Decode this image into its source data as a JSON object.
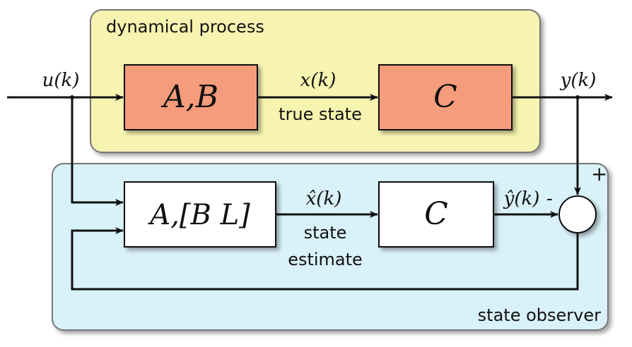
{
  "panels": {
    "process_label": "dynamical process",
    "observer_label": "state observer"
  },
  "blocks": {
    "process_dynamics": "A,B",
    "process_output": "C",
    "observer_dynamics": "A,[B L]",
    "observer_output": "C"
  },
  "signals": {
    "input": "u(k)",
    "state": "x(k)",
    "state_caption": "true state",
    "output": "y(k)",
    "state_estimate": "x̂(k)",
    "estimate_caption_line1": "state",
    "estimate_caption_line2": "estimate",
    "output_estimate": "ŷ(k)"
  },
  "summing_junction": {
    "plus_sign": "+",
    "minus_sign": "-"
  },
  "colors": {
    "process_panel": "#f7f3b0",
    "observer_panel": "#d9f1f9",
    "process_block": "#f49c7c",
    "observer_block": "#ffffff",
    "line": "#111111"
  }
}
